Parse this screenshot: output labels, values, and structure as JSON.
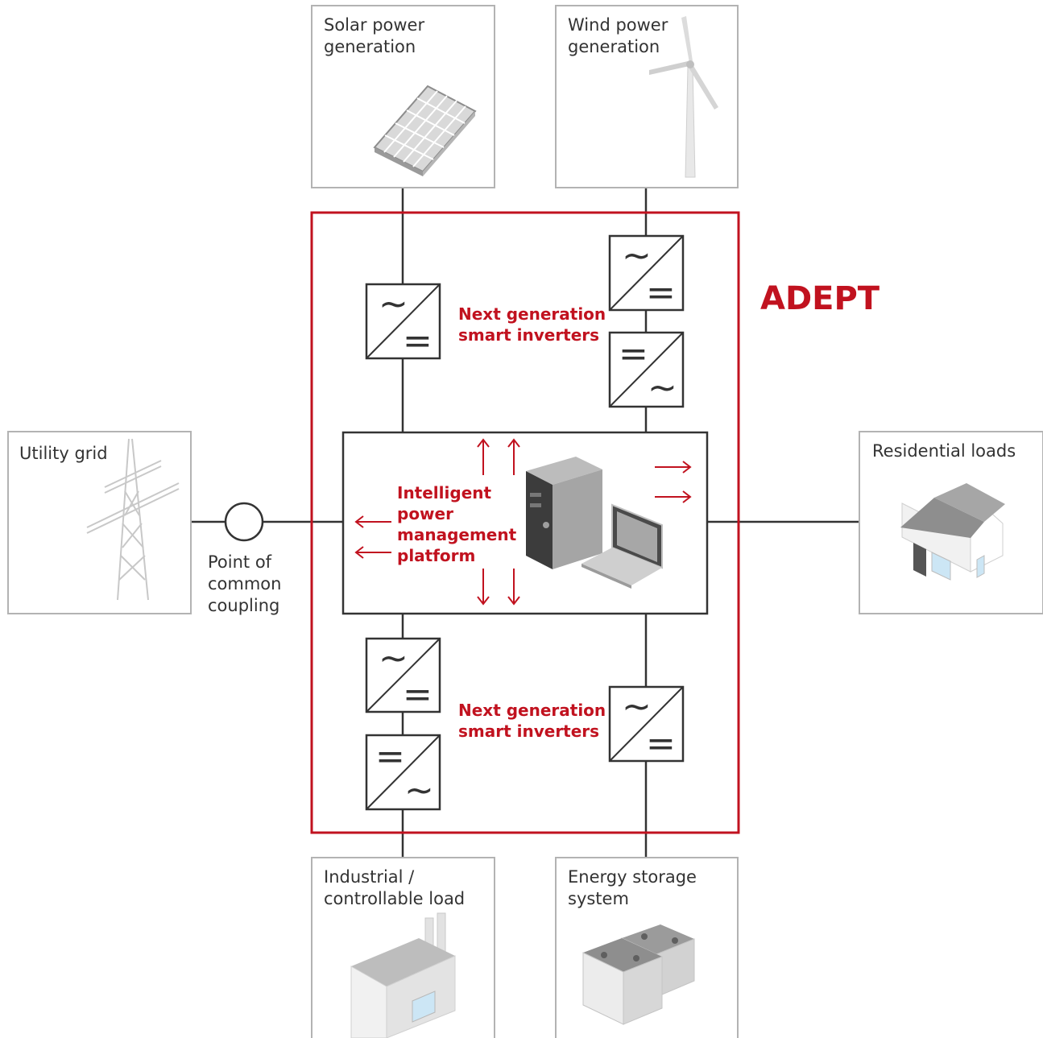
{
  "brand": "ADEPT",
  "colors": {
    "accent_red": "#c1121f",
    "line": "#333333",
    "box_border": "#b3b3b3"
  },
  "nodes": {
    "solar": {
      "label_lines": [
        "Solar power",
        "generation"
      ],
      "icon": "solar-panel-icon"
    },
    "wind": {
      "label_lines": [
        "Wind power",
        "generation"
      ],
      "icon": "wind-turbine-icon"
    },
    "grid": {
      "label_lines": [
        "Utility grid"
      ],
      "icon": "transmission-tower-icon"
    },
    "residential": {
      "label_lines": [
        "Residential loads"
      ],
      "icon": "house-icon"
    },
    "industrial": {
      "label_lines": [
        "Industrial /",
        "controllable load"
      ],
      "icon": "factory-icon"
    },
    "storage": {
      "label_lines": [
        "Energy storage",
        "system"
      ],
      "icon": "battery-icon"
    }
  },
  "pcc": {
    "label_lines": [
      "Point of",
      "common",
      "coupling"
    ]
  },
  "platform": {
    "label_lines": [
      "Intelligent",
      "power",
      "management",
      "platform"
    ],
    "icon": "computer-icon"
  },
  "inverters_top_label": [
    "Next generation",
    "smart inverters"
  ],
  "inverters_bottom_label": [
    "Next generation",
    "smart inverters"
  ],
  "converter_symbols": {
    "ac": "~",
    "dc": "="
  }
}
